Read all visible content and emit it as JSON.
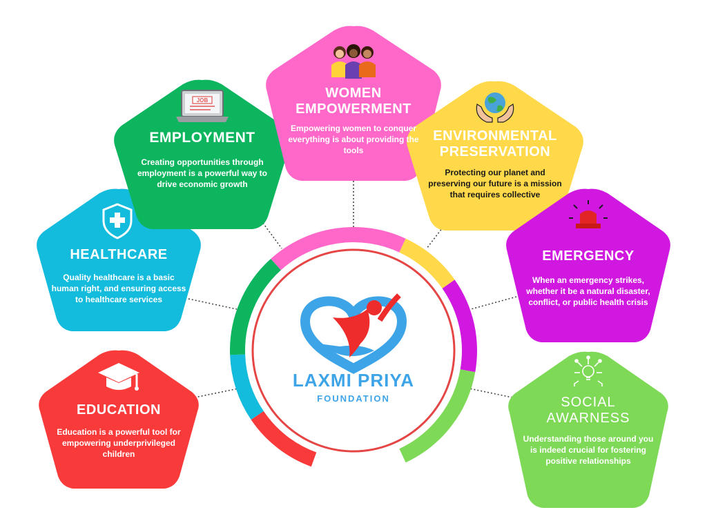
{
  "colors": {
    "education": "#f93a3a",
    "healthcare": "#13bbdd",
    "employment": "#0db55f",
    "women": "#ff68c9",
    "environment": "#ffd949",
    "emergency": "#d118e0",
    "social": "#7ed957",
    "logo_blue": "#3ea4e8",
    "logo_red": "#ee2c2c",
    "ring_red": "#e03a3a"
  },
  "cards": {
    "education": {
      "icon": "graduation-cap-icon",
      "title": "EDUCATION",
      "desc": [
        "Education is a powerful tool for",
        "empowering underprivileged",
        "children"
      ]
    },
    "healthcare": {
      "icon": "medical-shield-icon",
      "title": "HEALTHCARE",
      "desc": [
        "Quality healthcare is a basic",
        "human right, and ensuring access",
        "to healthcare services"
      ]
    },
    "employment": {
      "icon": "job-laptop-icon",
      "icon_text": "JOB",
      "title": "EMPLOYMENT",
      "desc": [
        "Creating opportunities through",
        "employment is a powerful way to",
        "drive economic growth"
      ]
    },
    "women": {
      "icon": "women-group-icon",
      "title": [
        "WOMEN",
        "EMPOWERMENT"
      ],
      "desc": [
        "Empowering women to conquer",
        "everything is about providing the",
        "tools"
      ]
    },
    "environment": {
      "icon": "earth-in-hands-icon",
      "title": [
        "ENVIRONMENTAL",
        "PRESERVATION"
      ],
      "desc": [
        "Protecting our planet and",
        "preserving our future is a mission",
        "that requires collective"
      ]
    },
    "emergency": {
      "icon": "siren-icon",
      "title": "EMERGENCY",
      "desc": [
        "When an emergency strikes,",
        "whether it be a natural disaster,",
        "conflict, or public health crisis"
      ]
    },
    "social": {
      "icon": "lightbulb-idea-icon",
      "title": [
        "SOCIAL",
        "AWARNESS"
      ],
      "desc": [
        "Understanding those around you",
        "is indeed crucial for fostering",
        "positive relationships"
      ]
    }
  },
  "logo": {
    "name": "LAXMI PRIYA",
    "subtitle": "FOUNDATION",
    "icon": "heart-hand-person-icon"
  }
}
